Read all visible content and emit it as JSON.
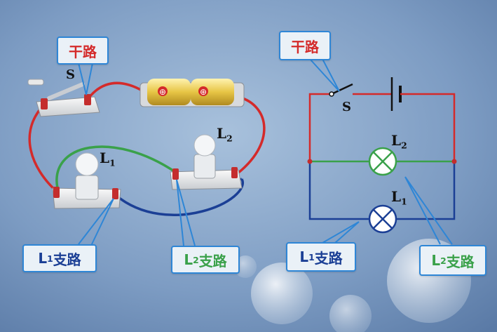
{
  "left_circuit": {
    "switch_label": "S",
    "lamp1_label": {
      "main": "L",
      "sub": "1"
    },
    "lamp2_label": {
      "main": "L",
      "sub": "2"
    },
    "battery_plus_symbols": [
      "⊕",
      "⊕"
    ],
    "callouts": {
      "trunk": "干路",
      "branch1": {
        "main": "L",
        "sub": "1",
        "text": "支路"
      },
      "branch2": {
        "main": "L",
        "sub": "2",
        "text": "支路"
      }
    }
  },
  "right_circuit": {
    "switch_label": "S",
    "lamp1_label": {
      "main": "L",
      "sub": "1"
    },
    "lamp2_label": {
      "main": "L",
      "sub": "2"
    },
    "callouts": {
      "trunk": "干路",
      "branch1": {
        "main": "L",
        "sub": "1",
        "text": "支路"
      },
      "branch2": {
        "main": "L",
        "sub": "2",
        "text": "支路"
      }
    }
  },
  "colors": {
    "background": "#6f90b8",
    "trunk_wire": "#d42a2a",
    "branch1_wire": "#1b3f95",
    "branch2_wire": "#3aa14a",
    "callout_border": "#2e86d6"
  }
}
